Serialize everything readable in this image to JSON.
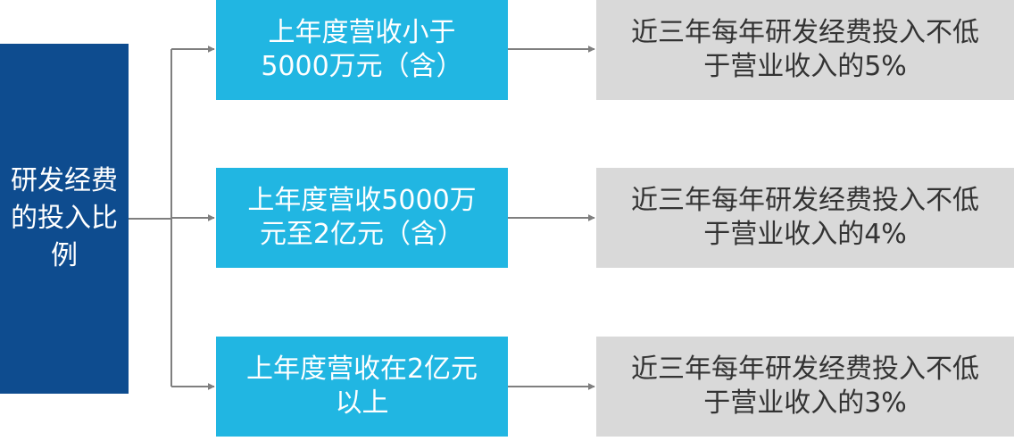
{
  "root": {
    "label": "研发经费的投入比例"
  },
  "rows": [
    {
      "condition": "上年度营收小于\n5000万元（含）",
      "result": "近三年每年研发经费投入不低\n于营业收入的5%"
    },
    {
      "condition": "上年度营收5000万\n元至2亿元（含）",
      "result": "近三年每年研发经费投入不低\n于营业收入的4%"
    },
    {
      "condition": "上年度营收在2亿元\n以上",
      "result": "近三年每年研发经费投入不低\n于营业收入的3%"
    }
  ],
  "colors": {
    "root_fill": "#0e4c8f",
    "condition_fill": "#21b6e2",
    "result_fill": "#d9d9d9",
    "connector": "#7f7f7f"
  }
}
